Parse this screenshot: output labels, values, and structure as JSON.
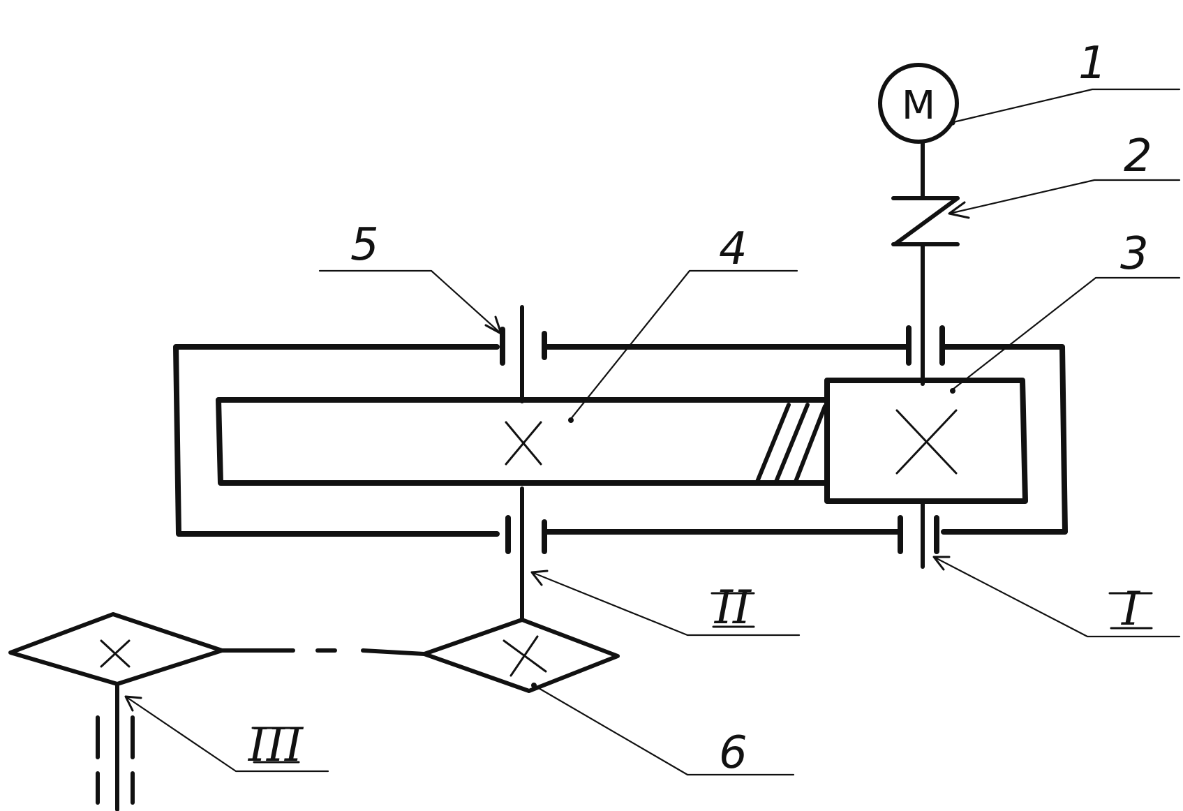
{
  "motor": {
    "symbol": "M"
  },
  "callouts": {
    "c1": "1",
    "c2": "2",
    "c3": "3",
    "c4": "4",
    "c5": "5",
    "c6": "6"
  },
  "shafts": {
    "s1": "I",
    "s2": "II",
    "s3": "III"
  }
}
